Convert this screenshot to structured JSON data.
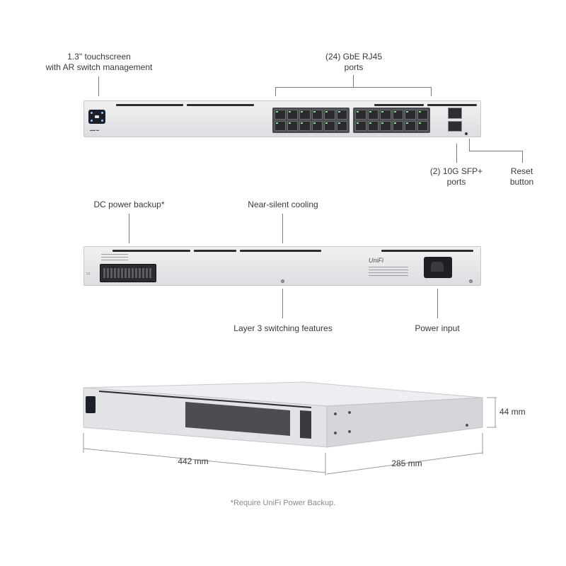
{
  "front_panel": {
    "callouts": {
      "touchscreen": "1.3\" touchscreen\nwith AR switch management",
      "gbe_ports": "(24) GbE RJ45\nports",
      "sfp_ports": "(2) 10G SFP+\nports",
      "reset_button": "Reset\nbutton"
    },
    "port_count": 24,
    "sfp_count": 2
  },
  "rear_panel": {
    "callouts": {
      "dc_power": "DC power backup*",
      "cooling": "Near-silent cooling",
      "layer3": "Layer 3 switching features",
      "power_input": "Power input"
    },
    "logo": "UniFi"
  },
  "dimensions": {
    "width": "442 mm",
    "depth": "285 mm",
    "height": "44 mm"
  },
  "footnote": "*Require UniFi Power Backup.",
  "colors": {
    "chassis": "#e4e5e8",
    "port": "#2a2b2e",
    "screen": "#1b1f2a",
    "led": "#7ee08a"
  }
}
